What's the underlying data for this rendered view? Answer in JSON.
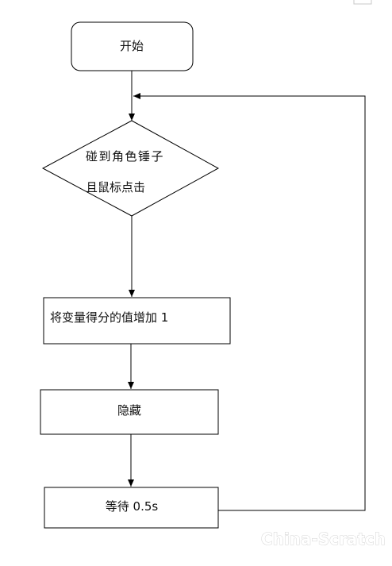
{
  "flowchart": {
    "nodes": {
      "start": {
        "label": "开始"
      },
      "condition": {
        "line1": "碰到角色锤子",
        "line2": "且鼠标点击"
      },
      "step1": {
        "label": "将变量得分的值增加 1"
      },
      "step2": {
        "label": "隐藏"
      },
      "step3": {
        "label": "等待 0.5s"
      }
    }
  },
  "watermark": {
    "text": "China-Scratch"
  }
}
